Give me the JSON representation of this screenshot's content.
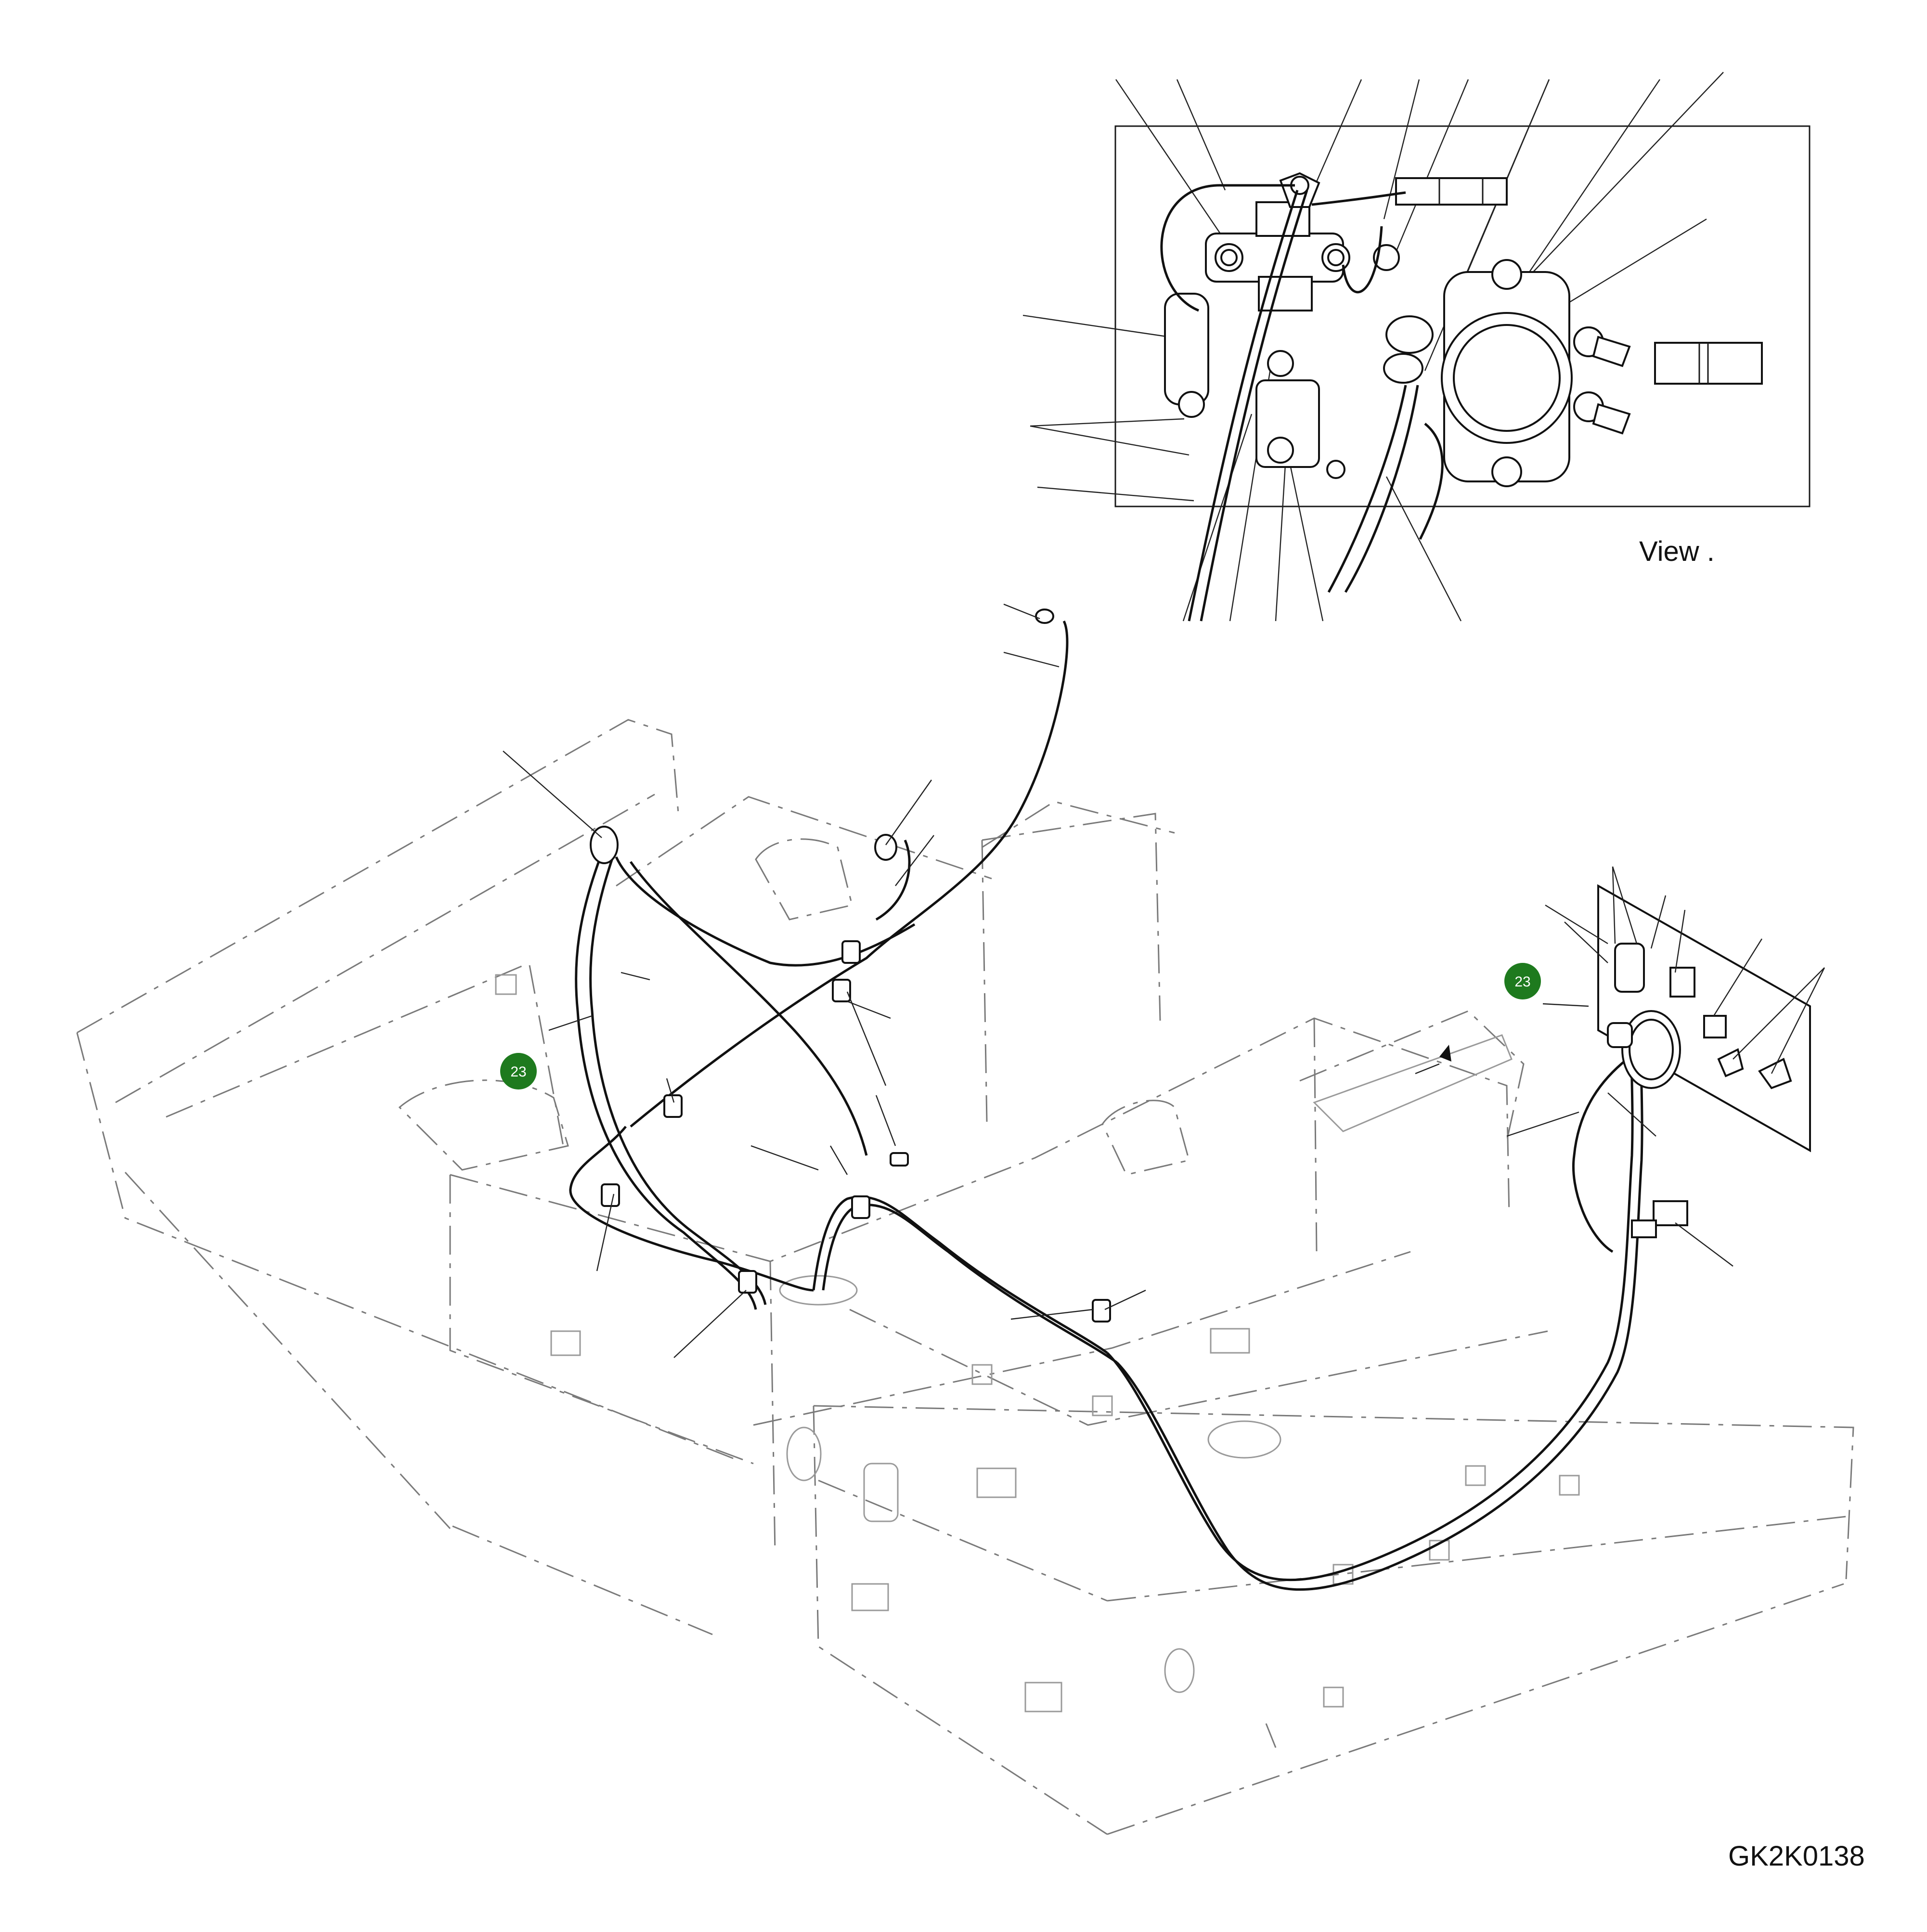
{
  "view_label": "View .",
  "drawing_number": "GK2K0138",
  "callouts": [
    {
      "id": "callout-left",
      "label": "23",
      "color": "#1e7a1e"
    },
    {
      "id": "callout-right",
      "label": "23",
      "color": "#1e7a1e"
    }
  ],
  "icons": {
    "arrow": "view-direction-arrow-icon"
  }
}
